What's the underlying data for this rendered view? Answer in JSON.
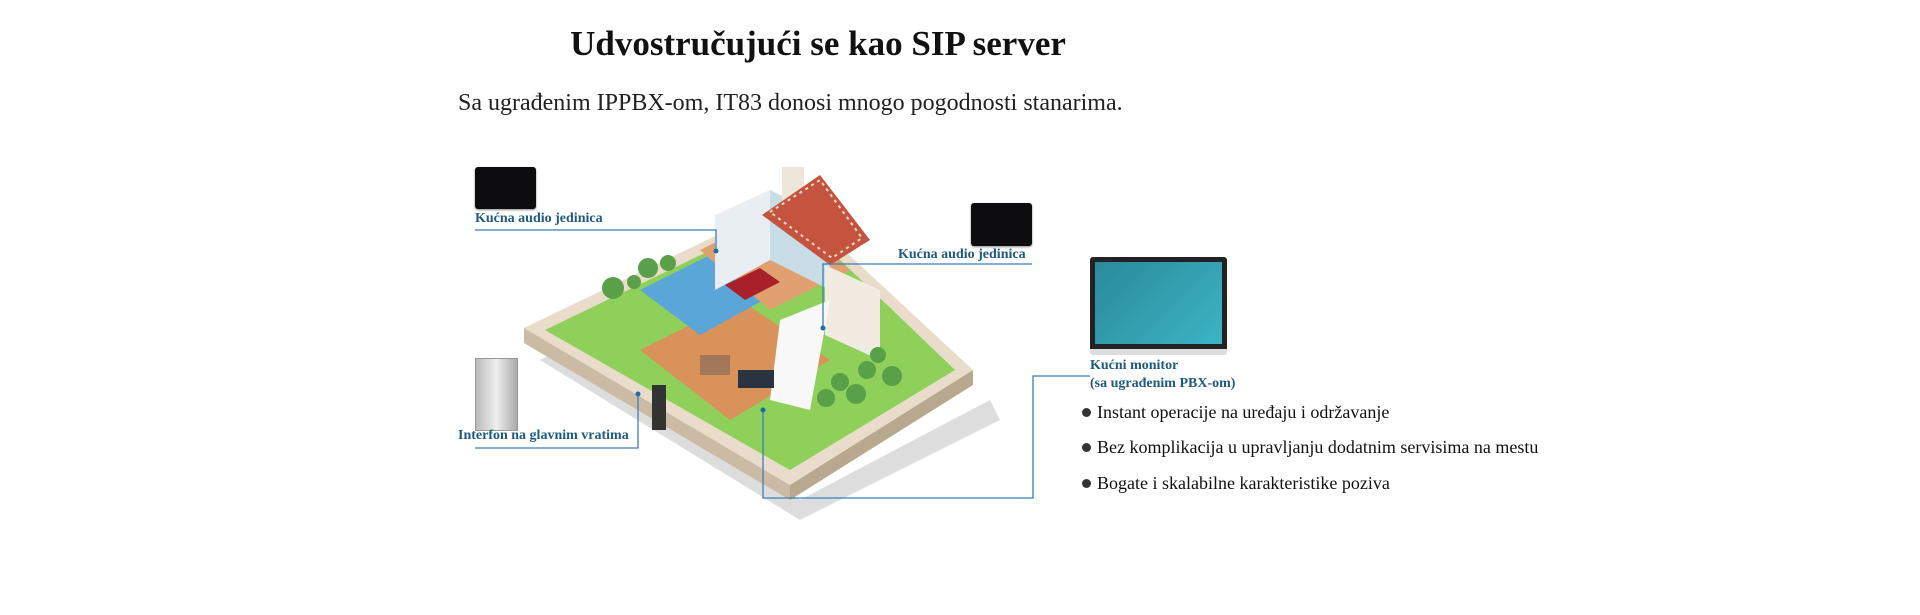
{
  "header": {
    "title": "Udvostručujući se kao SIP server",
    "subtitle": "Sa ugrađenim IPPBX-om, IT83 donosi mnogo pogodnosti stanarima."
  },
  "diagram": {
    "labels": {
      "audio_unit_left": "Kućna audio jedinica",
      "audio_unit_right": "Kućna audio jedinica",
      "door_intercom": "Interfon na glavnim vratima",
      "monitor_line1": "Kućni monitor",
      "monitor_line2": "(sa ugrađenim PBX-om)"
    },
    "colors": {
      "label": "#1f5a80",
      "connector": "#3a7fb8",
      "lawn": "#8fd05a"
    }
  },
  "features": [
    "Instant operacije na uređaju i održavanje",
    "Bez komplikacija u upravljanju dodatnim servisima na mestu",
    "Bogate i skalabilne karakteristike poziva"
  ]
}
